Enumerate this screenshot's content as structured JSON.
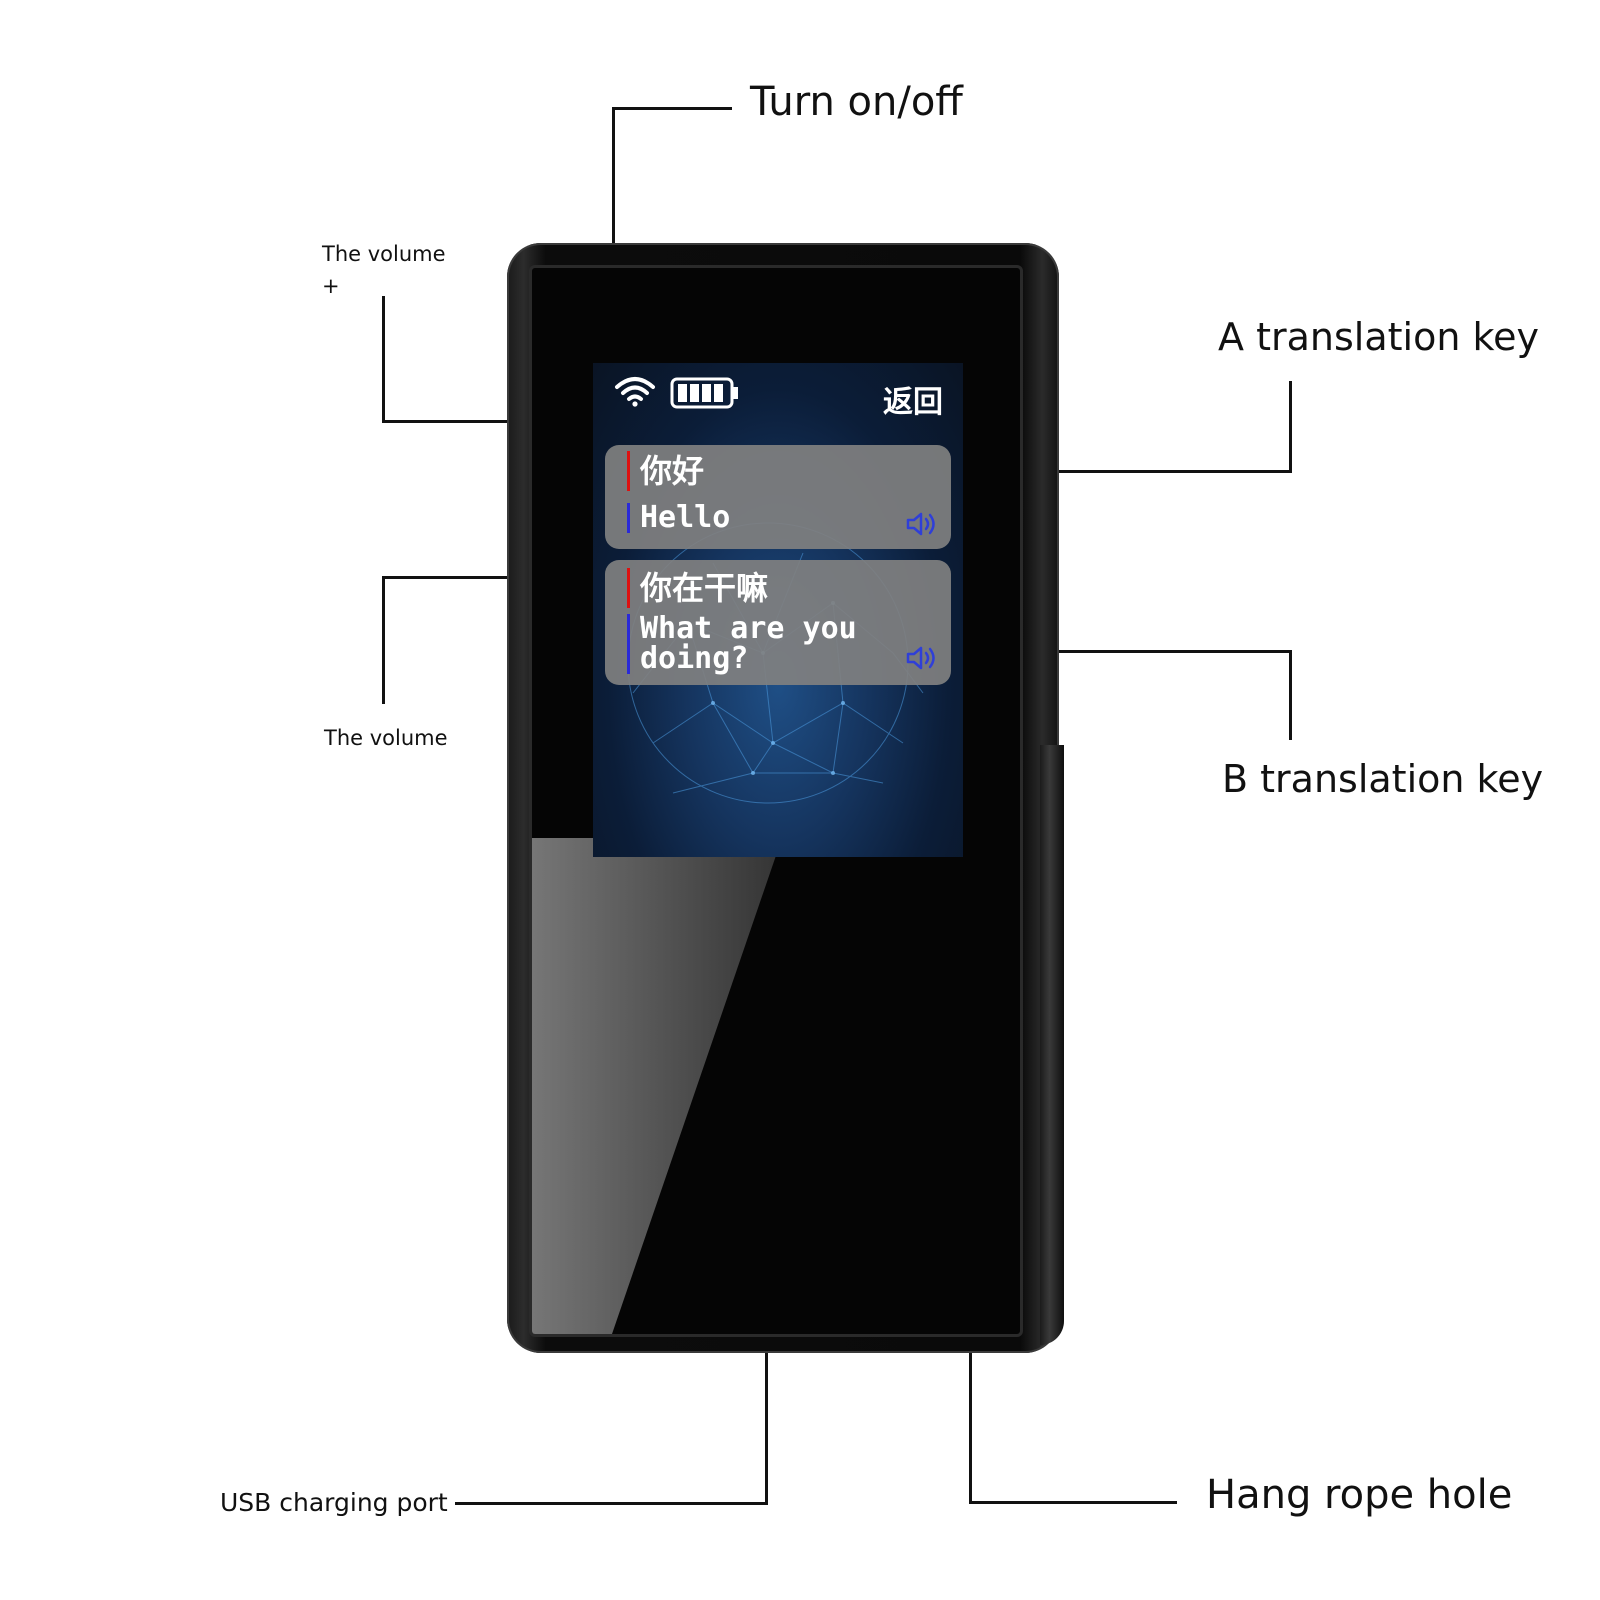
{
  "callouts": {
    "power": "Turn on/off",
    "volume_up_line1": "The volume",
    "volume_up_line2": "+",
    "volume_down": "The volume",
    "key_a": "A translation key",
    "key_b": "B translation key",
    "usb": "USB charging port",
    "rope": "Hang rope hole"
  },
  "screen": {
    "back_label": "返回",
    "messages": [
      {
        "source": "你好",
        "translation": "Hello"
      },
      {
        "source": "你在干嘛",
        "translation": "What are you doing?"
      }
    ],
    "icons": {
      "wifi": "wifi-icon",
      "battery": "battery-icon",
      "speaker": "speaker-icon"
    }
  },
  "colors": {
    "source_bar": "#dd1111",
    "translation_bar": "#2a2ad8",
    "bubble": "#808080",
    "device": "#0a0a0a"
  }
}
